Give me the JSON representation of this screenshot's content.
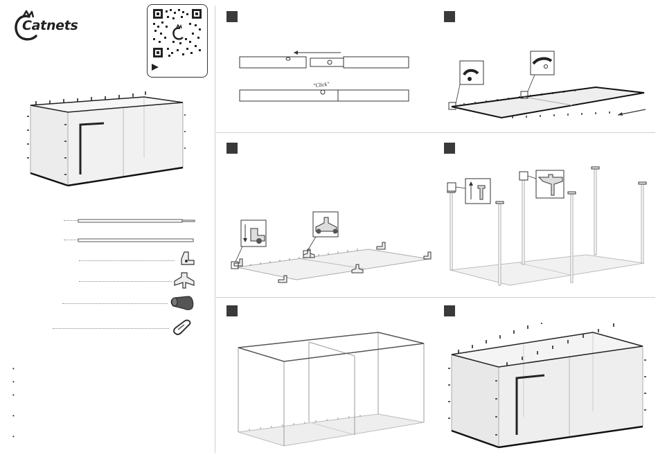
{
  "brand": {
    "name": "Catnets"
  },
  "steps": [
    {
      "id": "step-1",
      "number": ""
    },
    {
      "id": "step-2",
      "number": ""
    },
    {
      "id": "step-3",
      "number": ""
    },
    {
      "id": "step-4",
      "number": ""
    },
    {
      "id": "step-5",
      "number": ""
    },
    {
      "id": "step-6",
      "number": ""
    }
  ],
  "step1": {
    "click_label": "\"Click\""
  },
  "bullets": [
    "•",
    "•",
    "•",
    "•",
    "•"
  ],
  "icons": {
    "logo": "cat-logo-icon",
    "qr": "qr-code-icon",
    "play": "play-icon",
    "connector_corner": "corner-connector-icon",
    "connector_t": "t-connector-icon",
    "cap": "rubber-cap-icon",
    "carabiner": "carabiner-icon"
  }
}
